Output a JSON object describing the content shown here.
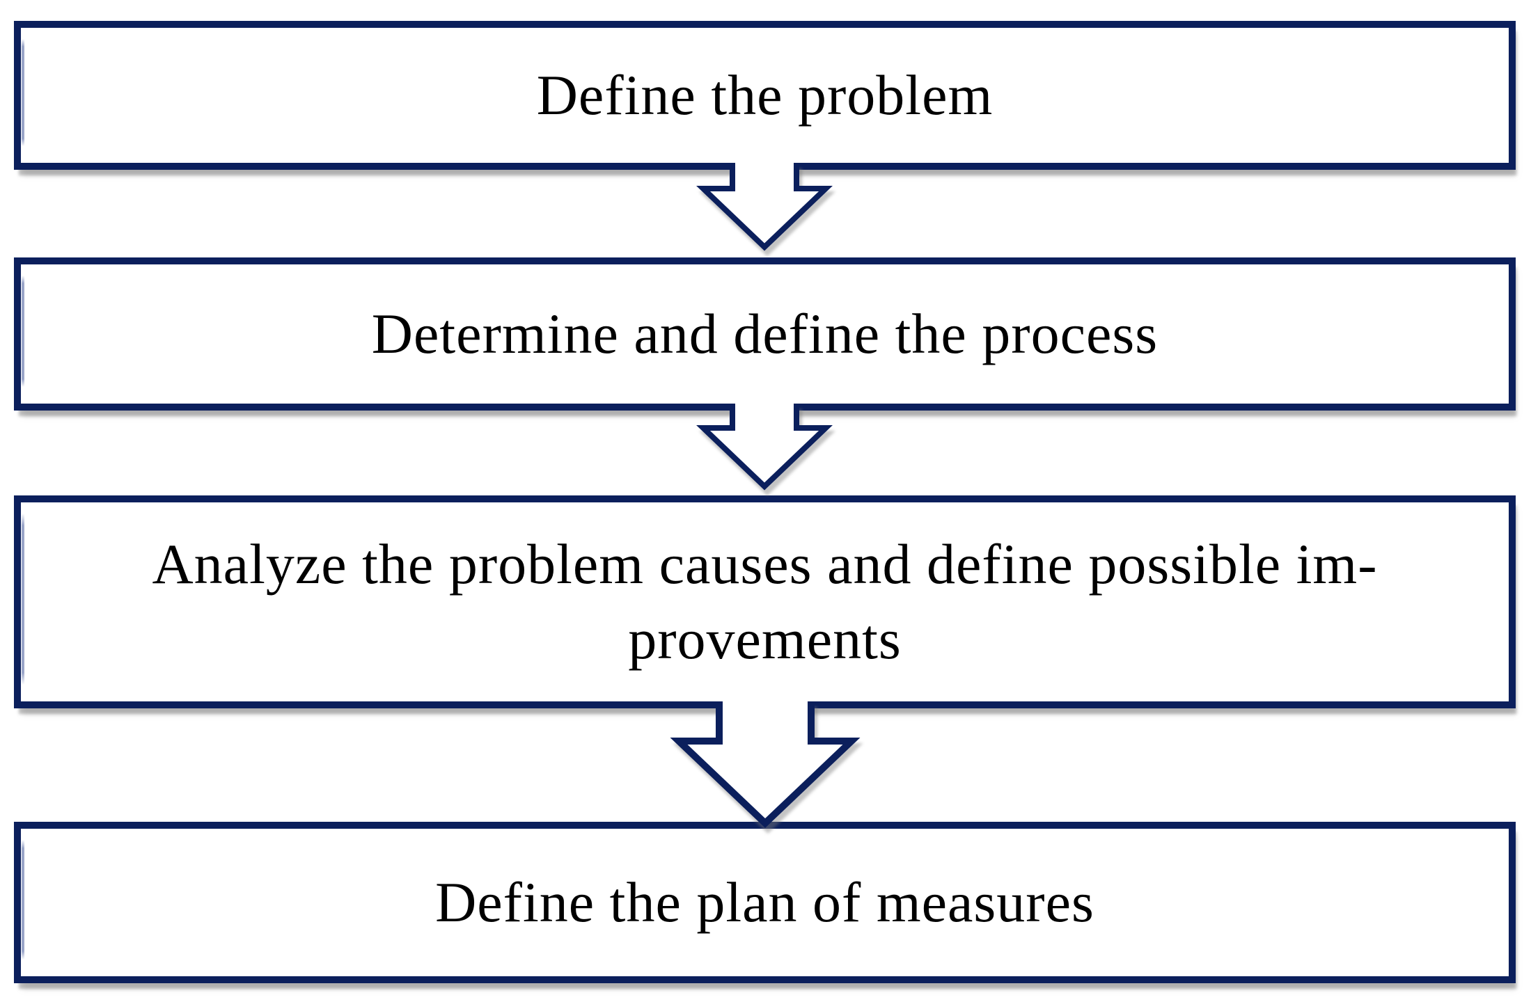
{
  "diagram": {
    "type": "flowchart",
    "direction": "top-down",
    "connector_icon": "down-arrow",
    "colors": {
      "outline": "#0b1f5c",
      "box_fill": "#ffffff",
      "text": "#000000",
      "shadow": "#c9c9c9",
      "inner_edge": "#9aa5c9"
    },
    "steps": [
      {
        "lines": [
          "Define the problem"
        ]
      },
      {
        "lines": [
          "Determine and define the process"
        ]
      },
      {
        "lines": [
          "Analyze the problem causes and define possible im-",
          "provements"
        ]
      },
      {
        "lines": [
          "Define the plan of measures"
        ]
      }
    ],
    "connectors": [
      {
        "from": 1,
        "to": 2
      },
      {
        "from": 2,
        "to": 3
      },
      {
        "from": 3,
        "to": 4
      }
    ]
  }
}
